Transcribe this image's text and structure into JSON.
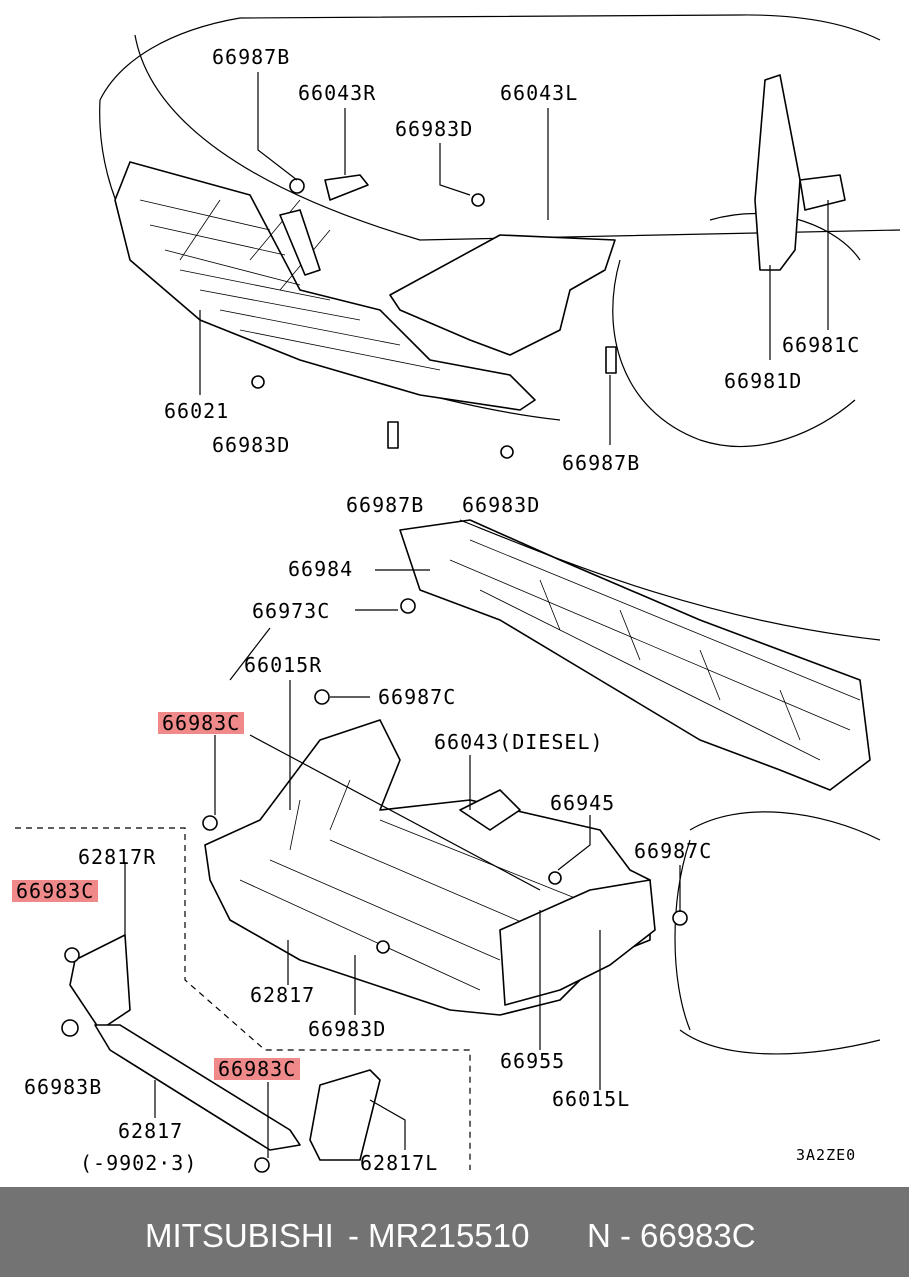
{
  "labels": {
    "p66987B_1": "66987B",
    "p66043R": "66043R",
    "p66043L": "66043L",
    "p66983D_1": "66983D",
    "p66981C": "66981C",
    "p66981D": "66981D",
    "p66021": "66021",
    "p66983D_2": "66983D",
    "p66987B_2": "66987B",
    "p66987B_3": "66987B",
    "p66983D_3": "66983D",
    "p66984": "66984",
    "p66973C": "66973C",
    "p66015R": "66015R",
    "p66987C_1": "66987C",
    "p66983C_1": "66983C",
    "p66043diesel": "66043(DIESEL)",
    "p66945": "66945",
    "p66987C_2": "66987C",
    "p62817R": "62817R",
    "p66983C_2": "66983C",
    "p62817_1": "62817",
    "p66983D_4": "66983D",
    "p66955": "66955",
    "p66015L": "66015L",
    "p66983B": "66983B",
    "p66983C_3": "66983C",
    "p62817_2": "62817",
    "p9902": "(-9902·3)",
    "p62817L": "62817L",
    "ref_code": "3A2ZE0"
  },
  "footer": {
    "brand": "MITSUBISHI",
    "sep1": "-",
    "part_number": "MR215510",
    "prefix": "N",
    "sep2": "-",
    "code": "66983C"
  },
  "colors": {
    "highlight": "#f08a8a",
    "footer_bg": "#737373",
    "footer_text": "#ffffff"
  }
}
